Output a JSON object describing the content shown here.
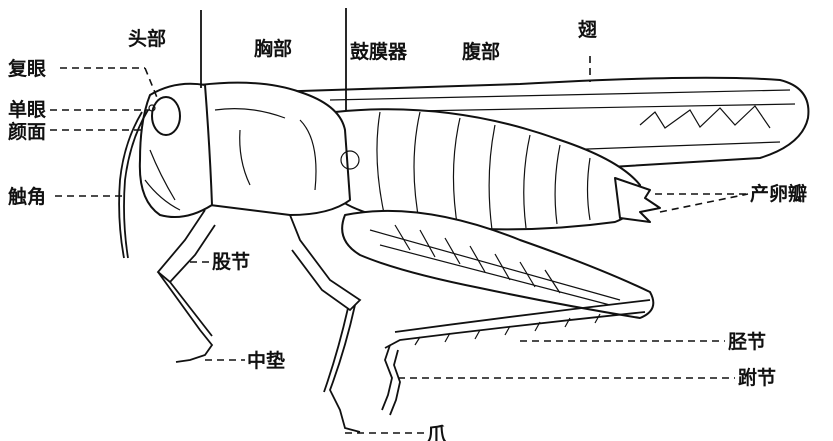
{
  "labels": {
    "head": "头部",
    "thorax": "胸部",
    "tympanum": "鼓膜器",
    "abdomen": "腹部",
    "wing": "翅",
    "compound_eye": "复眼",
    "ocellus": "单眼",
    "face": "颜面",
    "antenna": "触角",
    "femur": "股节",
    "arolium": "中垫",
    "claw": "爪",
    "tibia": "胫节",
    "tarsus": "跗节",
    "ovipositor": "产卵瓣"
  }
}
